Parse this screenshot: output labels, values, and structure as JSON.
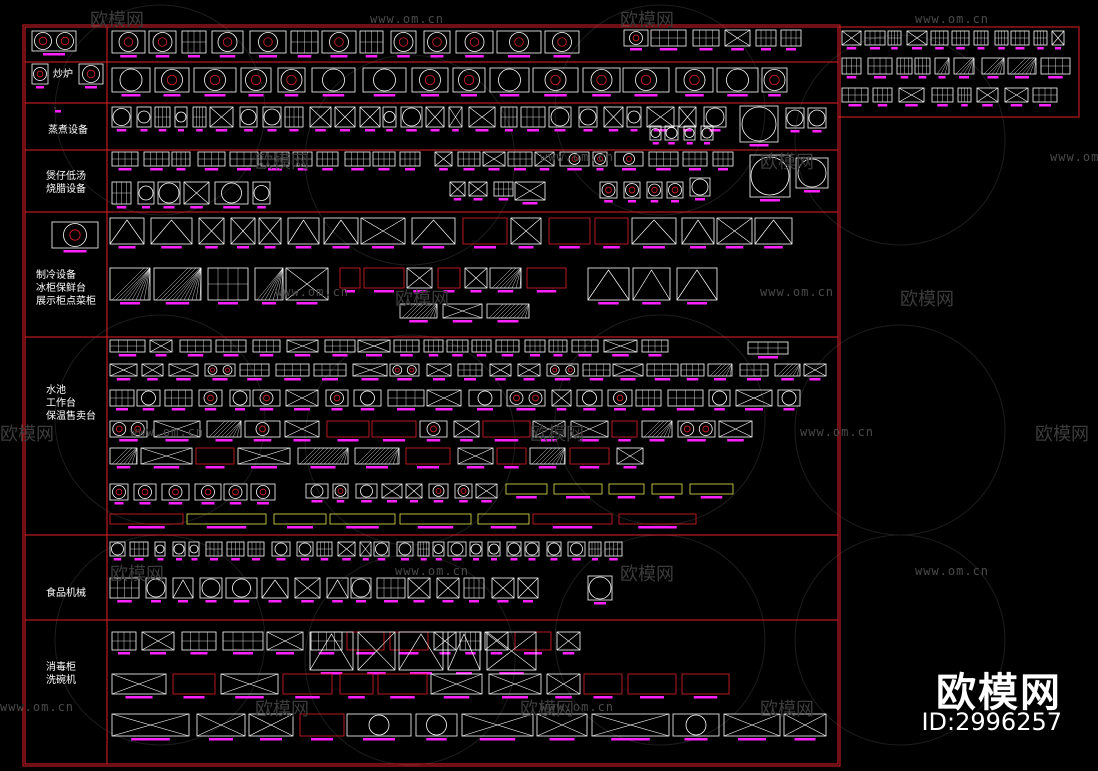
{
  "drawing": {
    "colors": {
      "frame": "#e0202a",
      "symbol": "#ffffff",
      "tag": "#ff20ff",
      "highlight": "#e8e84a",
      "watermark": "#444444",
      "background": "#000000"
    },
    "categories": [
      {
        "id": "stove",
        "label_lines": [
          "炒炉"
        ]
      },
      {
        "id": "steam",
        "label_lines": [
          "蒸煮设备"
        ]
      },
      {
        "id": "grill",
        "label_lines": [
          "煲仔低汤",
          "烧腊设备"
        ]
      },
      {
        "id": "refrig",
        "label_lines": [
          "制冷设备",
          "冰柜保鲜台",
          "展示柜点菜柜"
        ]
      },
      {
        "id": "sink",
        "label_lines": [
          "水池",
          "工作台",
          "保温售卖台"
        ]
      },
      {
        "id": "food",
        "label_lines": [
          "食品机械"
        ]
      },
      {
        "id": "disinfect",
        "label_lines": [
          "消毒柜",
          "洗碗机"
        ]
      }
    ]
  },
  "watermark": {
    "brand_text": "欧模网",
    "site_text": "www.om.cn",
    "id_text": "ID:2996257"
  }
}
